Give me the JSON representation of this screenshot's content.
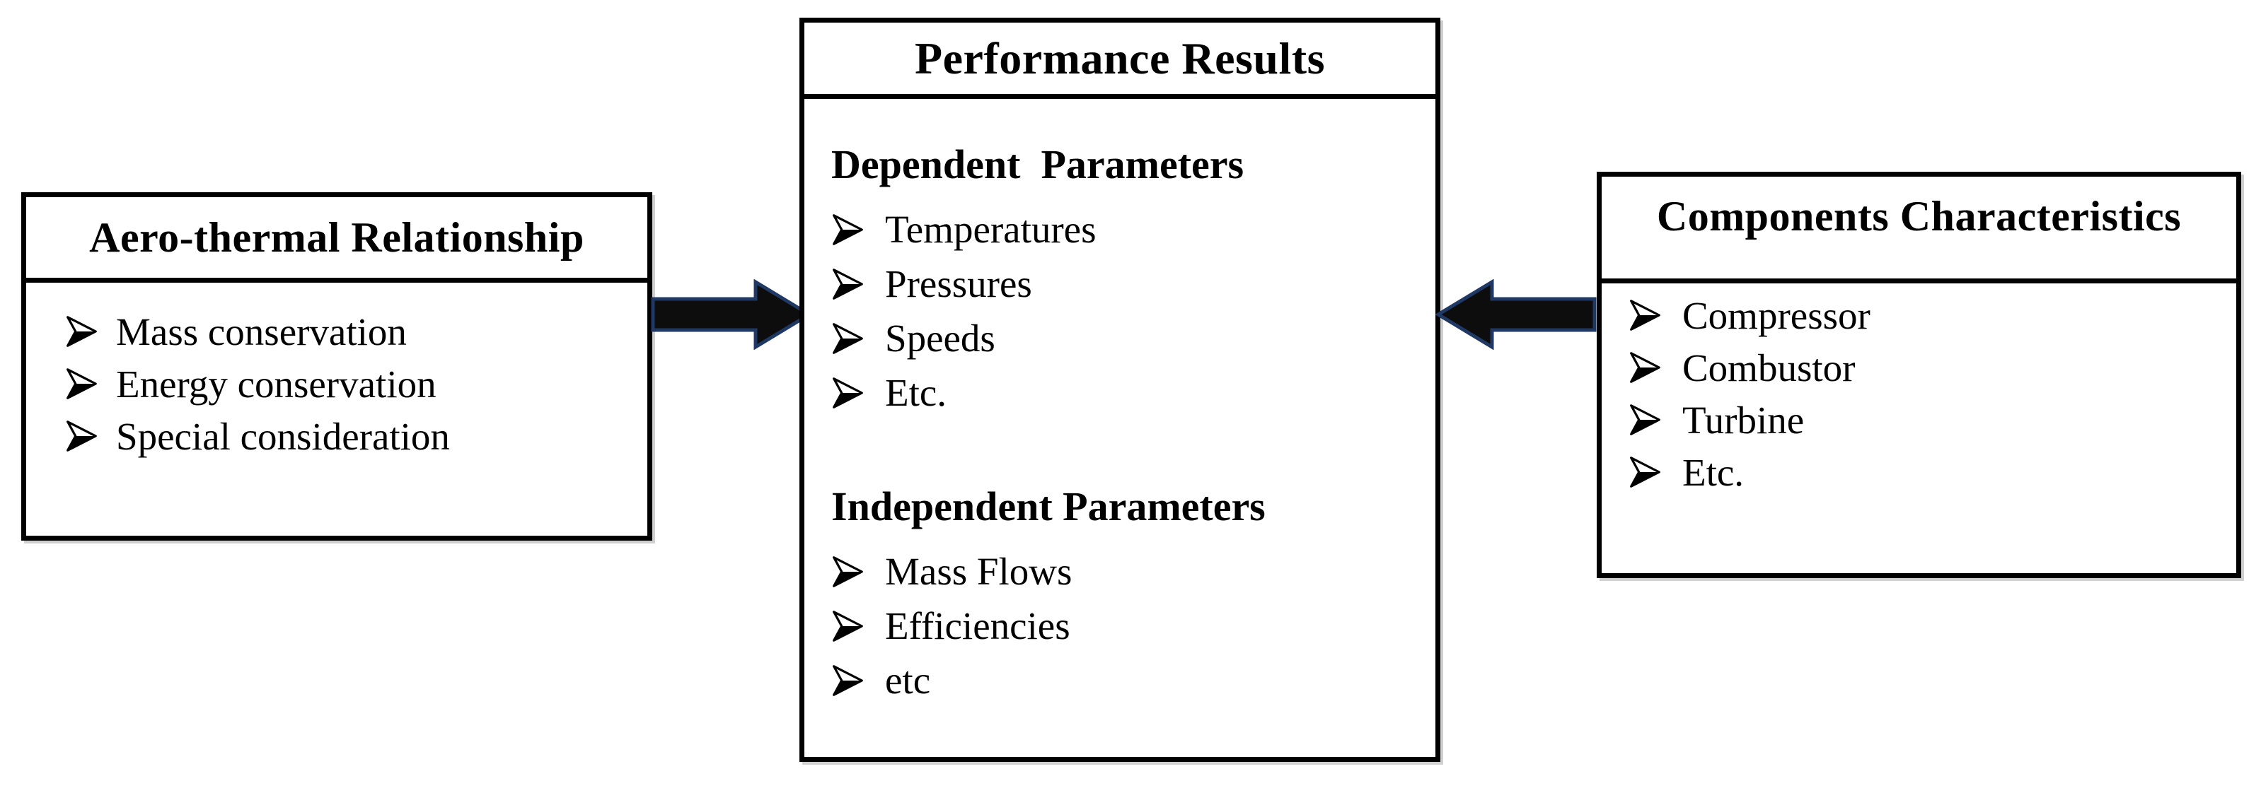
{
  "diagram": {
    "left_box": {
      "title": "Aero-thermal Relationship",
      "items": [
        "Mass conservation",
        "Energy conservation",
        "Special consideration"
      ]
    },
    "center_box": {
      "title": "Performance Results",
      "sections": [
        {
          "heading": "Dependent  Parameters",
          "items": [
            "Temperatures",
            "Pressures",
            "Speeds",
            "Etc."
          ]
        },
        {
          "heading": "Independent Parameters",
          "items": [
            "Mass Flows",
            "Efficiencies",
            "etc"
          ]
        }
      ]
    },
    "right_box": {
      "title": "Components Characteristics",
      "items": [
        "Compressor",
        "Combustor",
        "Turbine",
        "Etc."
      ]
    },
    "arrows": [
      {
        "id": "left-to-center",
        "direction": "right",
        "from": "aero-thermal-box",
        "to": "performance-results-box"
      },
      {
        "id": "right-to-center",
        "direction": "left",
        "from": "components-characteristics-box",
        "to": "performance-results-box"
      }
    ],
    "bullet_icon": "three-d-arrowhead-right",
    "colors": {
      "background": "#ffffff",
      "text": "#000000",
      "border": "#000000",
      "arrow_fill": "#0d0d0d",
      "arrow_outline": "#1f3864",
      "bullet_light_face": "#ffffff",
      "bullet_dark_face": "#000000"
    }
  }
}
